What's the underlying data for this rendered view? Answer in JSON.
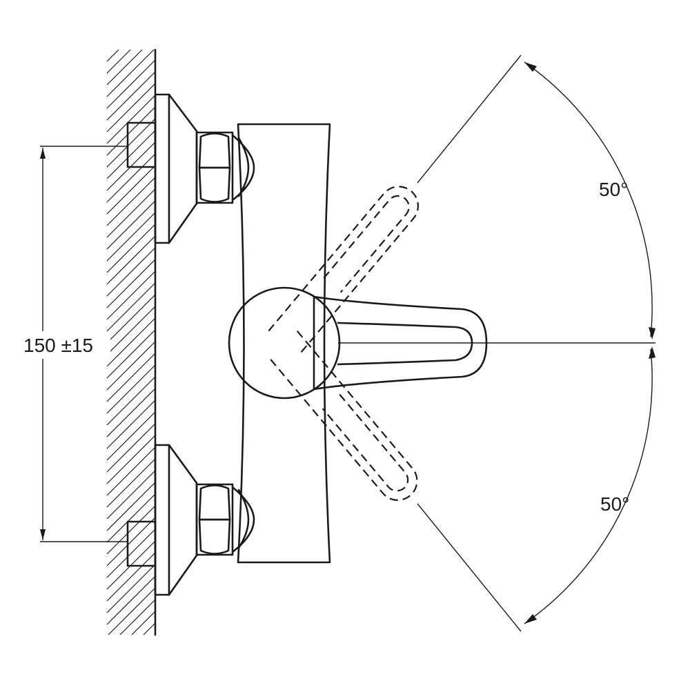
{
  "dimensions": {
    "mounting_distance": "150 ±15",
    "angle_up": "50°",
    "angle_down": "50°"
  }
}
